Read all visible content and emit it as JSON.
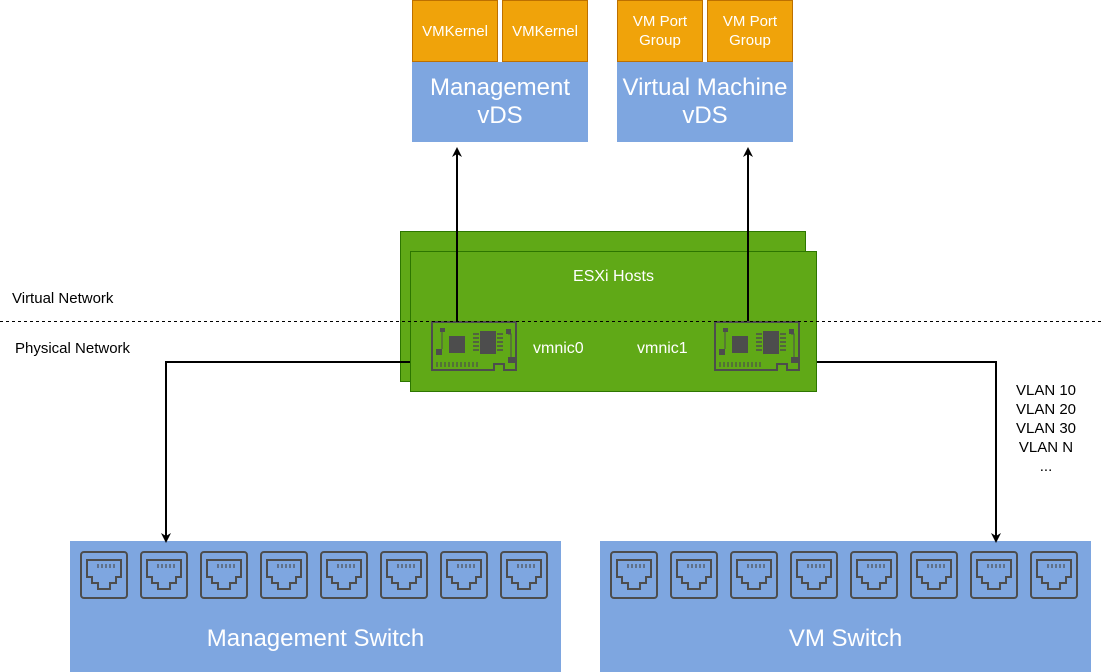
{
  "virtual": {
    "management_vds": {
      "title": "Management vDS",
      "port_groups": [
        "VMKernel",
        "VMKernel"
      ]
    },
    "vm_vds": {
      "title": "Virtual Machine vDS",
      "port_groups": [
        "VM Port Group",
        "VM Port Group"
      ]
    }
  },
  "hosts": {
    "title": "ESXi Hosts",
    "nics": [
      "vmnic0",
      "vmnic1"
    ]
  },
  "zones": {
    "virtual_label": "Virtual Network",
    "physical_label": "Physical Network"
  },
  "vlans": [
    "VLAN 10",
    "VLAN 20",
    "VLAN 30",
    "VLAN N",
    "..."
  ],
  "switches": {
    "management": {
      "title": "Management Switch",
      "port_count": 8,
      "connected_port": 2
    },
    "vm": {
      "title": "VM Switch",
      "port_count": 8,
      "connected_port": 7
    }
  },
  "colors": {
    "vds_blue": "#7ea6e0",
    "port_group_orange": "#f0a30a",
    "host_green": "#60a917",
    "nic_gray": "#4d4d4d"
  }
}
